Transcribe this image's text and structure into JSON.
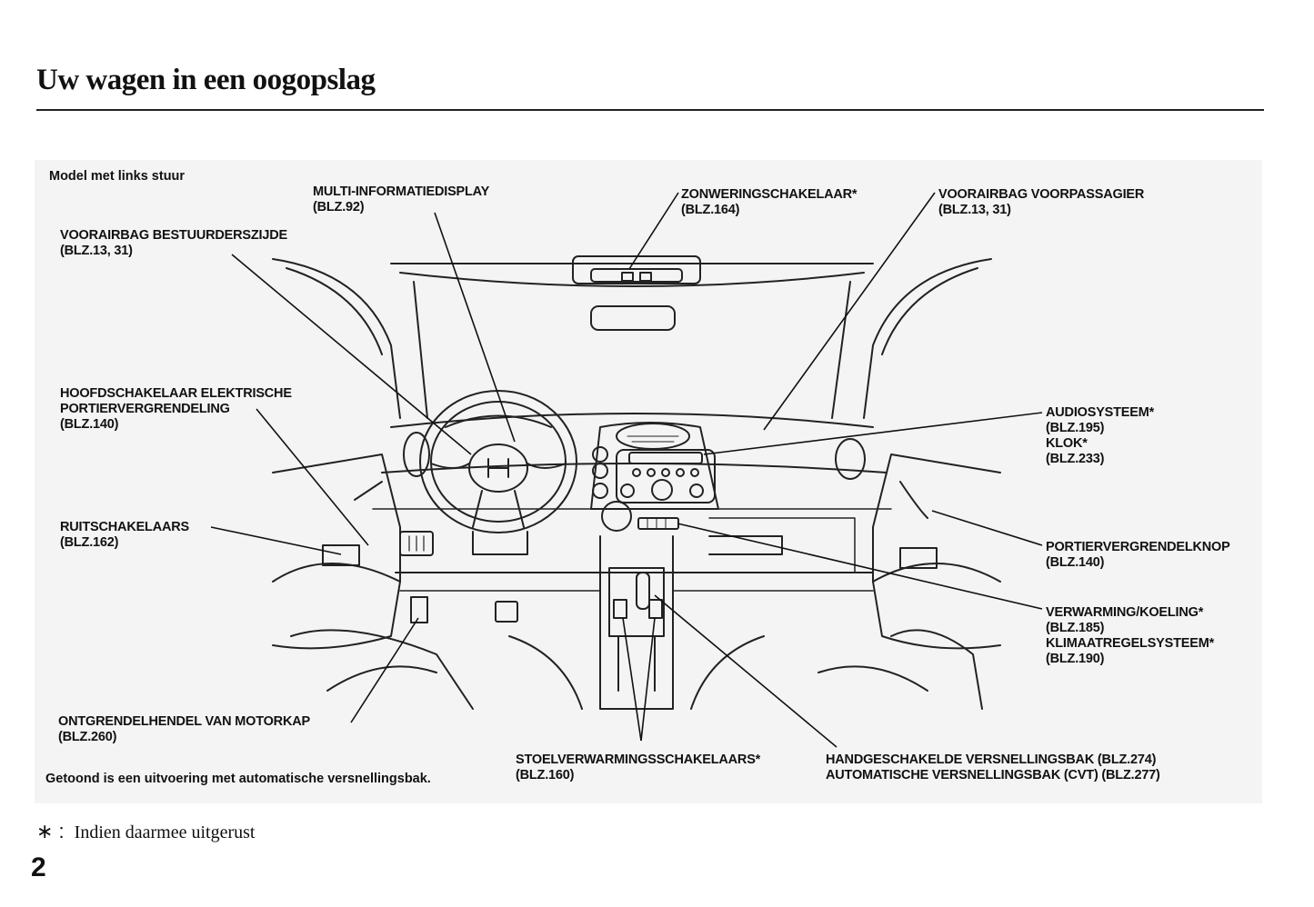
{
  "page": {
    "title": "Uw wagen in een oogopslag",
    "page_number": "2"
  },
  "figure": {
    "model_note": "Model met links stuur",
    "shown_note": "Getoond is een uitvoering met automatische versnellingsbak.",
    "callouts": {
      "multi_info": {
        "label": "MULTI-INFORMATIEDISPLAY",
        "ref": "(BLZ.92)"
      },
      "zonwering": {
        "label": "ZONWERINGSCHAKELAAR*",
        "ref": "(BLZ.164)"
      },
      "airbag_passagier": {
        "label": "VOORAIRBAG VOORPASSAGIER",
        "ref": "(BLZ.13, 31)"
      },
      "airbag_bestuurder": {
        "label": "VOORAIRBAG BESTUURDERSZIJDE",
        "ref": "(BLZ.13, 31)"
      },
      "hoofdschakelaar": {
        "line1": "HOOFDSCHAKELAAR ELEKTRISCHE",
        "line2": "PORTIERVERGRENDELING",
        "ref": "(BLZ.140)"
      },
      "audio": {
        "label": "AUDIOSYSTEEM*",
        "ref": "(BLZ.195)",
        "label2": "KLOK*",
        "ref2": "(BLZ.233)"
      },
      "ruitschakelaars": {
        "label": "RUITSCHAKELAARS",
        "ref": "(BLZ.162)"
      },
      "portierknop": {
        "label": "PORTIERVERGRENDELKNOP",
        "ref": "(BLZ.140)"
      },
      "verwarming": {
        "label": "VERWARMING/KOELING*",
        "ref": "(BLZ.185)",
        "label2": "KLIMAATREGELSYSTEEM*",
        "ref2": "(BLZ.190)"
      },
      "motorkap": {
        "label": "ONTGRENDELHENDEL VAN MOTORKAP",
        "ref": "(BLZ.260)"
      },
      "stoelverwarming": {
        "label": "STOELVERWARMINGSSCHAKELAARS*",
        "ref": "(BLZ.160)"
      },
      "versnellingsbak": {
        "line1": "HANDGESCHAKELDE VERSNELLINGSBAK (BLZ.274)",
        "line2": "AUTOMATISCHE VERSNELLINGSBAK (CVT) (BLZ.277)"
      }
    }
  },
  "footnote": {
    "star": "∗ :",
    "text": "Indien daarmee uitgerust"
  }
}
